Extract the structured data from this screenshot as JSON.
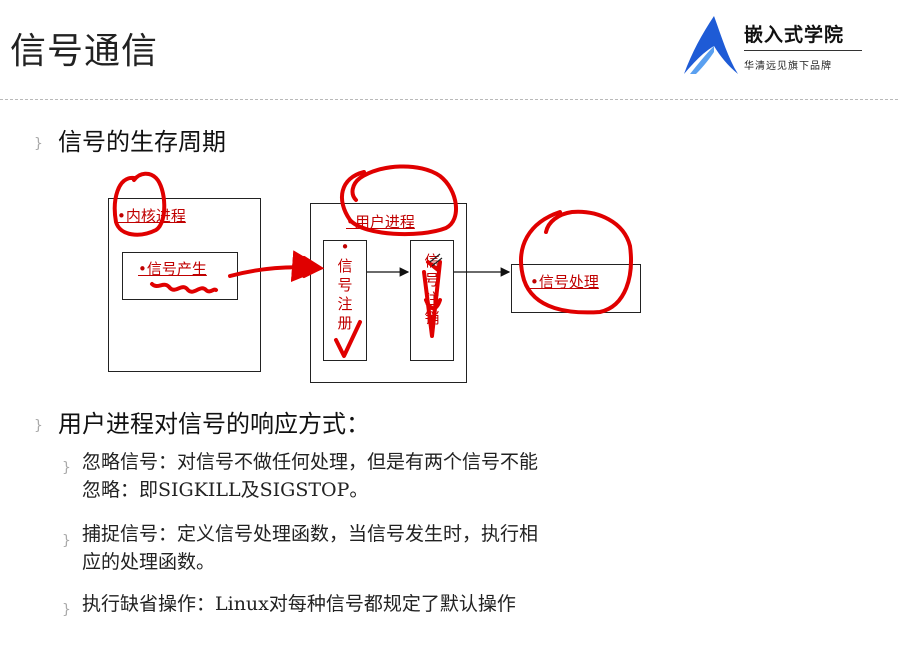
{
  "slide": {
    "title": "信号通信"
  },
  "logo": {
    "name": "嵌入式学院",
    "tagline": "华清远见旗下品牌"
  },
  "bullets": {
    "marker": "}",
    "lifecycle_heading": "信号的生存周期",
    "response_heading": "用户进程对信号的响应方式：",
    "items": [
      {
        "line1": "忽略信号：对信号不做任何处理，但是有两个信号不能",
        "line2": "忽略：即SIGKILL及SIGSTOP。"
      },
      {
        "line1": "捕捉信号：定义信号处理函数，当信号发生时，执行相",
        "line2": "应的处理函数。"
      },
      {
        "line1": "执行缺省操作：Linux对每种信号都规定了默认操作"
      }
    ]
  },
  "diagram": {
    "kernel_process": "•内核进程",
    "signal_generation": "•信号产生",
    "user_process": "•用户进程",
    "signal_register": [
      "•",
      "信",
      "号",
      "注",
      "册"
    ],
    "signal_unregister": [
      "信",
      "号",
      "注",
      "销"
    ],
    "signal_handling": "•信号处理"
  },
  "colors": {
    "annotation": "#e00000",
    "label_red": "#c00000",
    "logo_blue": "#1e5bd6"
  }
}
